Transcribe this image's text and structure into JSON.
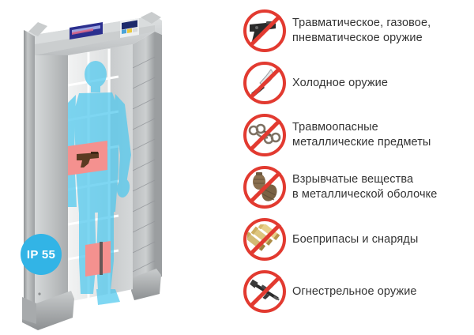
{
  "detector": {
    "name": "walk-through-metal-detector",
    "ip_badge": "IP 55",
    "top_label_text": "",
    "silhouette_color": "#6dd3f0",
    "frame_color": "#b9bcbd",
    "alarm_zone_color": "#f4918f",
    "detected_object": "pistol",
    "zones_right_pillar": 11
  },
  "prohibited": {
    "accent_color": "#e23a30",
    "text_color": "#333333",
    "items": [
      {
        "icon": "pistol-icon",
        "label": "Травматическое, газовое,\nпневматическое оружие"
      },
      {
        "icon": "knife-icon",
        "label": "Холодное оружие"
      },
      {
        "icon": "brass-knuckles-icon",
        "label": "Травмоопасные\nметаллические предметы"
      },
      {
        "icon": "grenade-icon",
        "label": "Взрывчатые вещества\nв металлической оболочке"
      },
      {
        "icon": "ammunition-icon",
        "label": "Боеприпасы и снаряды"
      },
      {
        "icon": "rifle-icon",
        "label": "Огнестрельное оружие"
      }
    ]
  }
}
